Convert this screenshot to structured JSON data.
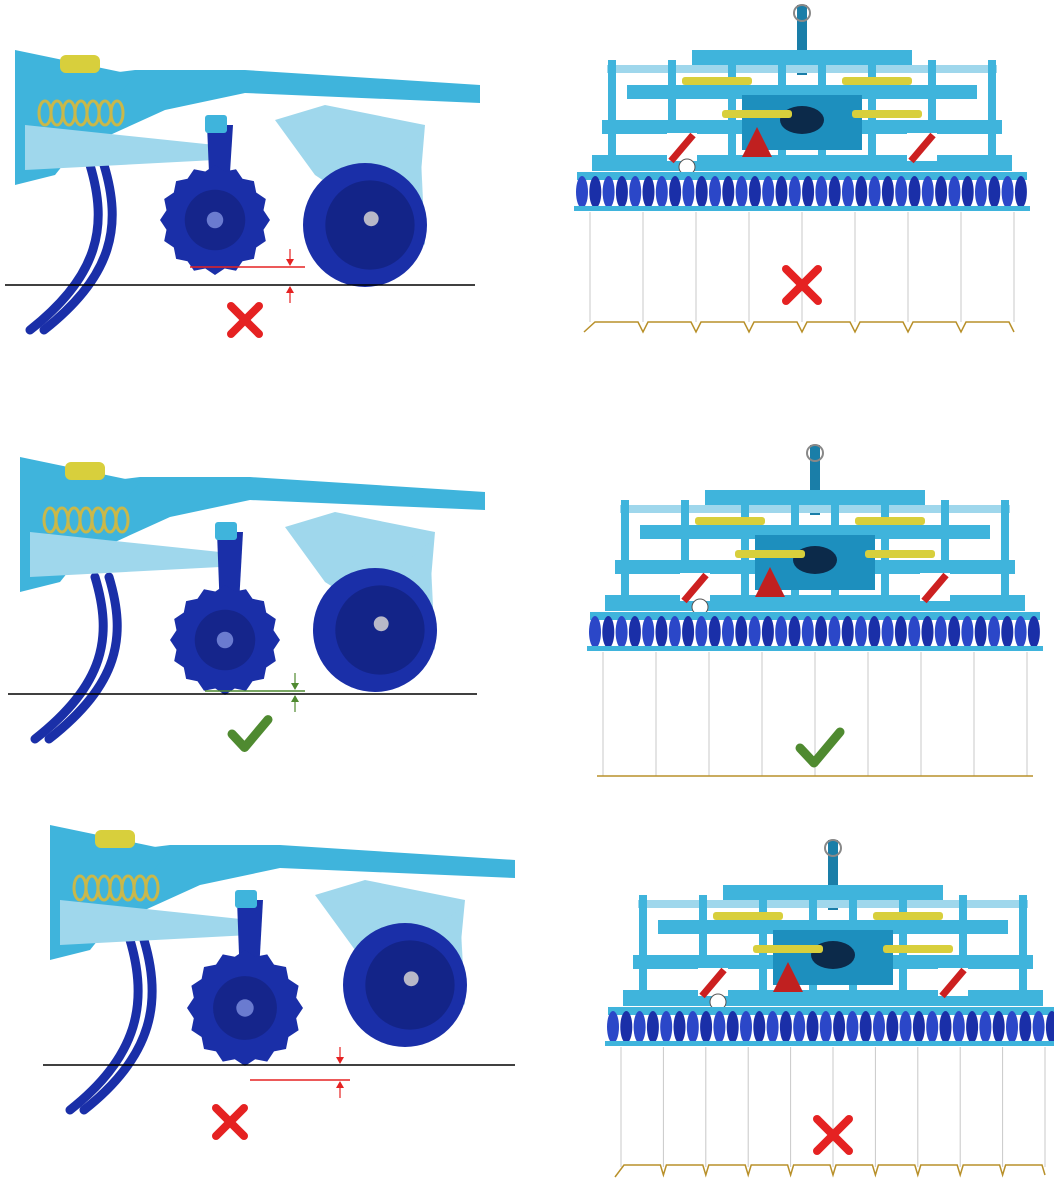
{
  "rows": [
    {
      "id": "too-high",
      "side": {
        "verdict": "incorrect",
        "offset_direction": "above-ground",
        "marker_color": "#e52222"
      },
      "rear": {
        "verdict": "incorrect",
        "profile": "wavy",
        "furrow_count": 8
      }
    },
    {
      "id": "correct",
      "side": {
        "verdict": "correct",
        "offset_direction": "at-ground",
        "marker_color": "#4f8a30"
      },
      "rear": {
        "verdict": "correct",
        "profile": "flat",
        "furrow_count": 8
      }
    },
    {
      "id": "too-deep",
      "side": {
        "verdict": "incorrect",
        "offset_direction": "below-ground",
        "marker_color": "#e52222"
      },
      "rear": {
        "verdict": "incorrect",
        "profile": "ridged",
        "furrow_count": 10
      }
    }
  ],
  "colors": {
    "frame": "#3fb4dc",
    "frame_light": "#9fd7ec",
    "frame_dark": "#1a7ea8",
    "disc": "#1a2fa8",
    "disc_dark": "#0f1c6e",
    "spring": "#c9b84a",
    "cylinder": "#d8cf3c",
    "ground_line": "#000000",
    "soil_profile": "#b8902a",
    "cross": "#e52222",
    "check": "#4f8a30"
  },
  "icons": {
    "incorrect": "cross-mark-icon",
    "correct": "check-mark-icon"
  }
}
